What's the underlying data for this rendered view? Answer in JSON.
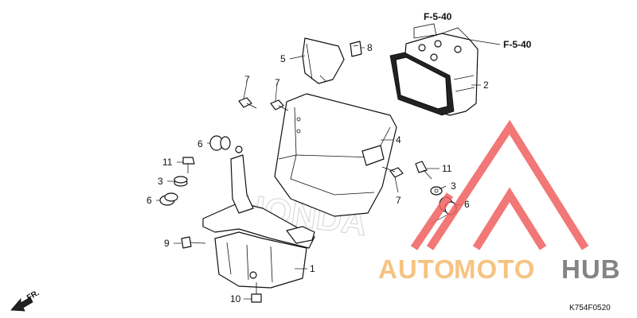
{
  "callouts": {
    "c1": "1",
    "c2": "2",
    "c3a": "3",
    "c3b": "3",
    "c4": "4",
    "c5": "5",
    "c6a": "6",
    "c6b": "6",
    "c6c": "6",
    "c7a": "7",
    "c7b": "7",
    "c7c": "7",
    "c8": "8",
    "c9": "9",
    "c10": "10",
    "c11a": "11",
    "c11b": "11"
  },
  "references": {
    "ref_top": "F-5-40",
    "ref_right": "F-5-40"
  },
  "direction_label": "FR.",
  "diagram_code": "K754F0520",
  "watermark": {
    "text_auto": "AUTO",
    "text_moto": "MOTO",
    "text_hub": "HUB",
    "colors": {
      "orange": "#f5b96a",
      "gray": "#6f6f6f",
      "red": "#f06060"
    },
    "background_brand": "HONDA"
  }
}
